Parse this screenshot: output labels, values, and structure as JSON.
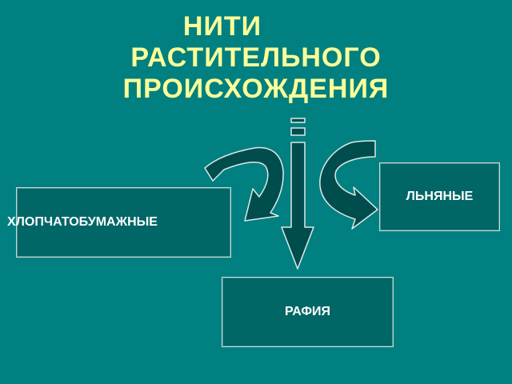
{
  "title": {
    "line1": "НИТИ",
    "line2": "РАСТИТЕЛЬНОГО",
    "line3": "ПРОИСХОЖДЕНИЯ"
  },
  "boxes": {
    "linen": "ЛЬНЯНЫЕ",
    "cotton": "ХЛОПЧАТОБУМАЖНЫЕ",
    "raffia": "РАФИЯ"
  },
  "colors": {
    "background": "#008080",
    "title": "#ffff99",
    "box_fill": "#006666",
    "box_text": "#ffffff",
    "arrow_fill": "#004d4d",
    "arrow_outline": "#e0e8e8"
  }
}
